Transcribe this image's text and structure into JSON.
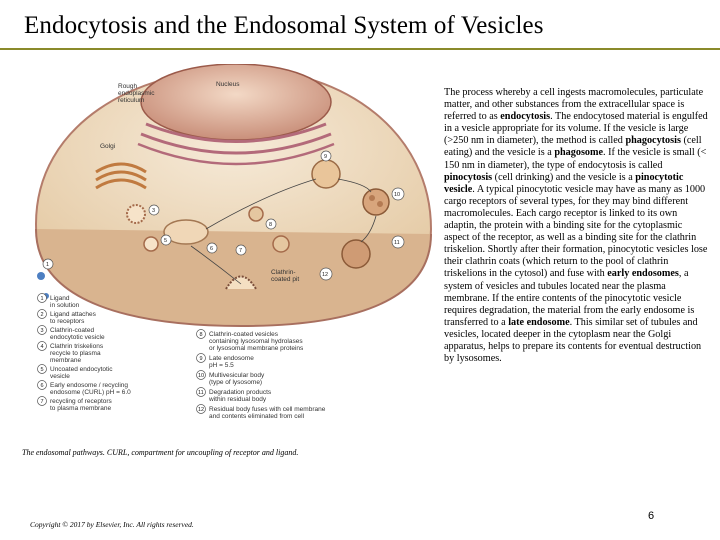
{
  "slide": {
    "title": "Endocytosis and the Endosomal System of Vesicles",
    "caption": "The endosomal pathways. CURL, compartment for uncoupling of receptor and ligand.",
    "copyright": "Copyright © 2017 by Elsevier, Inc. All rights reserved.",
    "page_number": "6"
  },
  "body": {
    "p1": "The process whereby a cell ingests macromolecules, particulate matter, and other substances from the extracellular space is referred to as ",
    "t_endocytosis": "endocytosis",
    "p2": ". The endocytosed material is engulfed in a vesicle appropriate for its volume. If the vesicle is large (>250 nm in diameter), the method is called ",
    "t_phagocytosis": "phagocytosis",
    "p3": " (cell eating) and the vesicle is a ",
    "t_phagosome": "phagosome",
    "p4": ". If the vesicle is small (< 150 nm in diameter), the type of endocytosis is called ",
    "t_pinocytosis": "pinocytosis",
    "p5": " (cell drinking) and the vesicle is a ",
    "t_pinocytotic": "pinocytotic vesicle",
    "p6": ". A typical pinocytotic vesicle may have as many as 1000 cargo receptors of several types, for they may bind different macromolecules. Each cargo receptor is linked to its own adaptin, the protein with a binding site for the cytoplasmic aspect of the receptor, as well as a binding site for the clathrin triskelion. Shortly after their formation, pinocytotic vesicles lose their clathrin coats (which return to the pool of clathrin triskelions in the cytosol) and fuse with ",
    "t_early": "early endosomes",
    "p7": ", a system of vesicles and tubules located near the plasma membrane. If the entire contents of the pinocytotic vesicle requires degradation, the material from the early endosome is transferred to a ",
    "t_late": "late endosome",
    "p8": ". This similar set of tubules and vesicles, located deeper in the cytoplasm near the Golgi apparatus, helps to prepare its contents for eventual destruction by lysosomes."
  },
  "figure": {
    "labels": {
      "nucleus": "Nucleus",
      "rer1": "Rough",
      "rer2": "endoplasmic",
      "rer3": "reticulum",
      "golgi": "Golgi",
      "clathrin_pit1": "Clathrin-",
      "clathrin_pit2": "coated pit"
    },
    "legend_left": [
      {
        "n": "1",
        "text": "Ligand\nin solution"
      },
      {
        "n": "2",
        "text": "Ligand attaches\nto receptors"
      },
      {
        "n": "3",
        "text": "Clathrin-coated\nendocytotic vesicle"
      },
      {
        "n": "4",
        "text": "Clathrin triskelions\nrecycle to plasma\nmembrane"
      },
      {
        "n": "5",
        "text": "Uncoated endocytotic\nvesicle"
      },
      {
        "n": "6",
        "text": "Early endosome / recycling\nendosome (CURL) pH = 6.0"
      },
      {
        "n": "7",
        "text": "recycling of receptors\nto plasma membrane"
      }
    ],
    "legend_right": [
      {
        "n": "8",
        "text": "Clathrin-coated vesicles\ncontaining lysosomal hydrolases\nor lysosomal membrane proteins"
      },
      {
        "n": "9",
        "text": "Late endosome\npH = 5.5"
      },
      {
        "n": "10",
        "text": "Multivesicular body\n(type of lysosome)"
      },
      {
        "n": "11",
        "text": "Degradation products\nwithin residual body"
      },
      {
        "n": "12",
        "text": "Residual body fuses with cell membrane\nand contents eliminated from cell"
      }
    ]
  }
}
